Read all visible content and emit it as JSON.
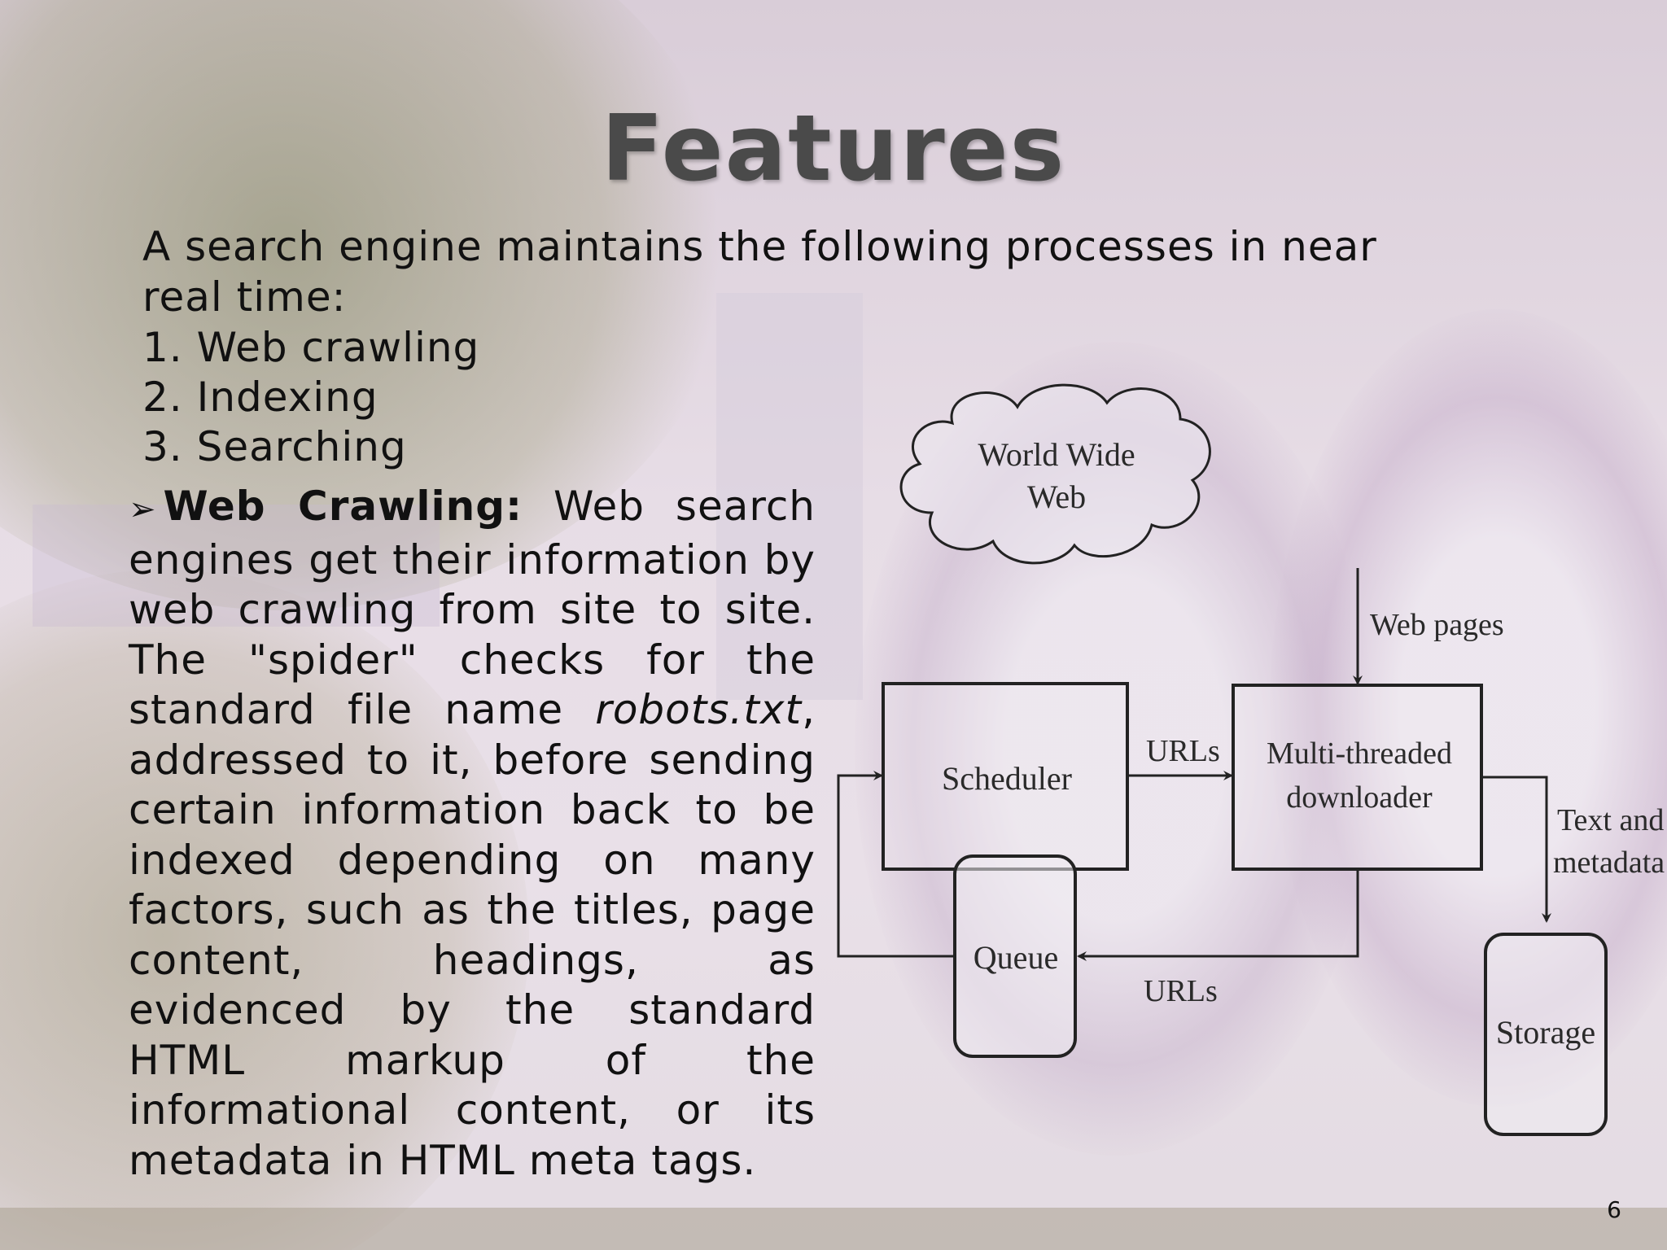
{
  "slide": {
    "title": "Features",
    "intro": "A search engine maintains the following processes in near real time:",
    "processes": [
      "1. Web crawling",
      "2. Indexing",
      "3. Searching"
    ],
    "body": {
      "bullet": "➢",
      "lead": "Web Crawling:",
      "text_before_italic": " Web search engines get their information by web crawling from site to site. The \"spider\" checks for the standard file name ",
      "italic": "robots.txt",
      "text_after_italic": ", addressed to it, before sending certain information back to be indexed depending on many factors, such as the titles, page content, headings, as evidenced by the standard HTML markup of the informational content, or its metadata in HTML meta tags."
    },
    "page_number": "6"
  },
  "diagram": {
    "cloud_line1": "World Wide",
    "cloud_line2": "Web",
    "web_pages_label": "Web pages",
    "scheduler": "Scheduler",
    "urls_top": "URLs",
    "downloader_line1": "Multi-threaded",
    "downloader_line2": "downloader",
    "text_meta_line1": "Text and",
    "text_meta_line2": "metadata",
    "queue": "Queue",
    "urls_bottom": "URLs",
    "storage": "Storage"
  }
}
